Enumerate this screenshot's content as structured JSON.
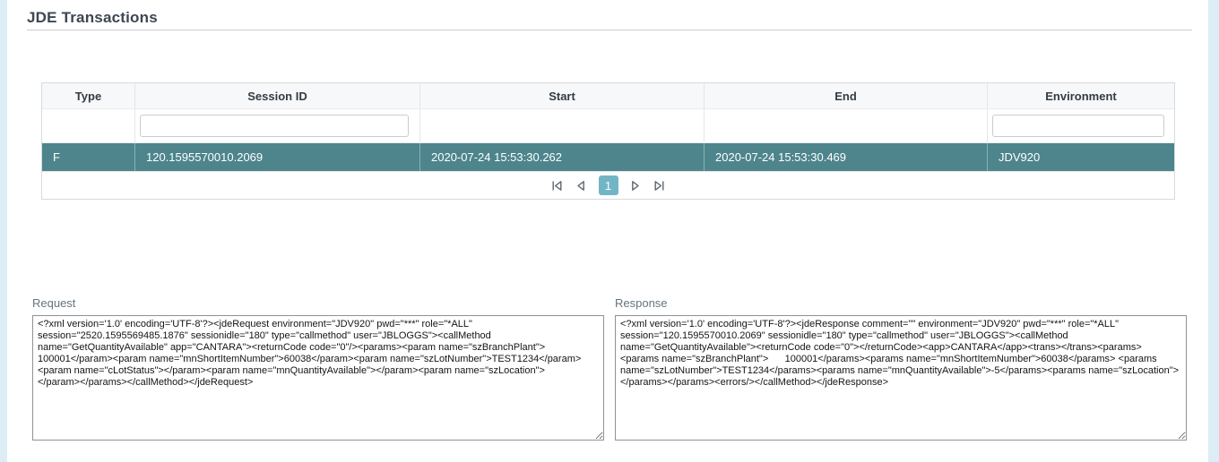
{
  "page": {
    "title": "JDE Transactions"
  },
  "table": {
    "columns": [
      "Type",
      "Session ID",
      "Start",
      "End",
      "Environment"
    ],
    "filters": {
      "session_id": "",
      "environment": ""
    },
    "rows": [
      {
        "type": "F",
        "session_id": "120.1595570010.2069",
        "start": "2020-07-24 15:53:30.262",
        "end": "2020-07-24 15:53:30.469",
        "environment": "JDV920"
      }
    ],
    "selected_row_index": 0
  },
  "pagination": {
    "current_page": "1",
    "icons": [
      "first-page-icon",
      "previous-page-icon",
      "next-page-icon",
      "last-page-icon"
    ]
  },
  "panels": {
    "request": {
      "label": "Request",
      "content": "<?xml version='1.0' encoding='UTF-8'?><jdeRequest environment=\"JDV920\" pwd=\"***\" role=\"*ALL\" session=\"2520.1595569485.1876\" sessionidle=\"180\" type=\"callmethod\" user=\"JBLOGGS\"><callMethod name=\"GetQuantityAvailable\" app=\"CANTARA\"><returnCode code=\"0\"/><params><param name=\"szBranchPlant\">      100001</param><param name=\"mnShortItemNumber\">60038</param><param name=\"szLotNumber\">TEST1234</param><param name=\"cLotStatus\"></param><param name=\"mnQuantityAvailable\"></param><param name=\"szLocation\">            </param></params></callMethod></jdeRequest>"
    },
    "response": {
      "label": "Response",
      "content": "<?xml version='1.0' encoding='UTF-8'?><jdeResponse comment=\"\" environment=\"JDV920\" pwd=\"***\" role=\"*ALL\" session=\"120.1595570010.2069\" sessionidle=\"180\" type=\"callmethod\" user=\"JBLOGGS\"><callMethod name=\"GetQuantityAvailable\"><returnCode code=\"0\"></returnCode><app>CANTARA</app><trans></trans><params> <params name=\"szBranchPlant\">      100001</params><params name=\"mnShortItemNumber\">60038</params> <params name=\"szLotNumber\">TEST1234</params><params name=\"mnQuantityAvailable\">-5</params><params name=\"szLocation\"></params></params><errors/></callMethod></jdeResponse>"
    }
  },
  "colors": {
    "selected_row": "#4e858c",
    "active_page": "#72b6c6",
    "page_background": "#dcedf5",
    "pager_icon": "#5c6771"
  }
}
